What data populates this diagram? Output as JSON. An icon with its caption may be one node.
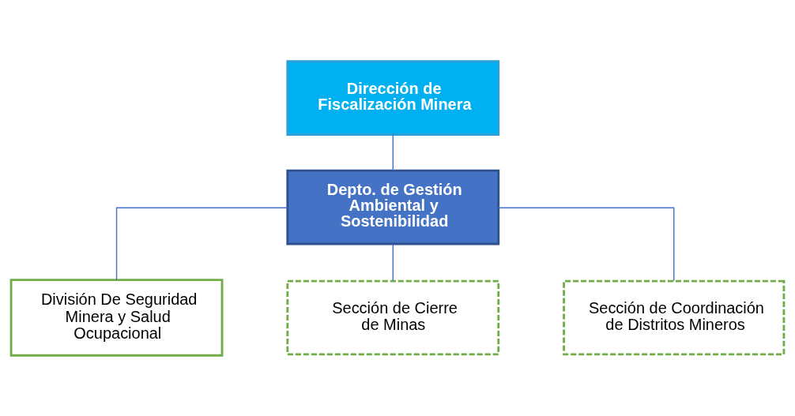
{
  "diagram": {
    "nodes": [
      {
        "text": [
          "Dirección de Fiscalización Minera"
        ]
      },
      {
        "text": [
          "Depto. de Gestión Ambiental y Sostenibilidad"
        ]
      },
      {
        "text": [
          "División De Seguridad Minera y Salud Ocupacional"
        ]
      },
      {
        "text": [
          "Sección de Cierre de Minas"
        ]
      },
      {
        "text": [
          "Sección de Coordinación de Distritos Mineros"
        ]
      }
    ],
    "edges": [
      {
        "from": 0,
        "to": 1,
        "arrow": "none"
      },
      {
        "from": 1,
        "to": 2,
        "arrow": "none"
      },
      {
        "from": 1,
        "to": 3,
        "arrow": "none"
      },
      {
        "from": 1,
        "to": 4,
        "arrow": "none"
      }
    ]
  }
}
